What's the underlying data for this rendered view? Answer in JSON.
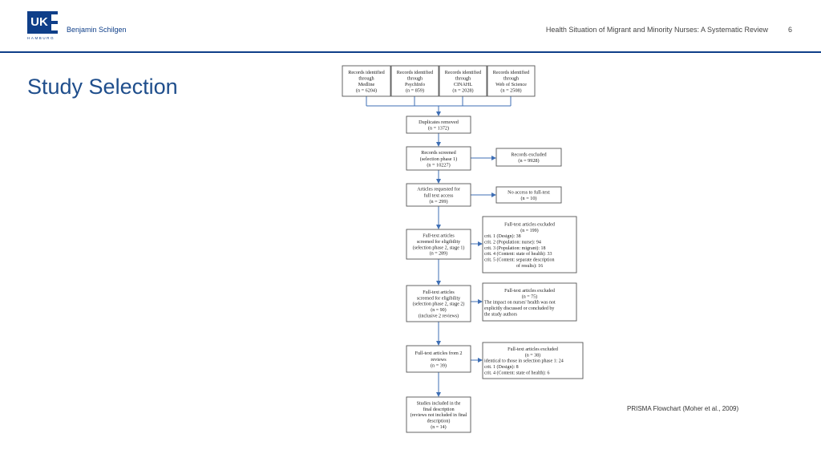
{
  "header": {
    "logo_text": "UK",
    "logo_subtext": "HAMBURG",
    "author": "Benjamin Schilgen",
    "title": "Health Situation of Migrant and Minority Nurses: A Systematic Review",
    "page_number": "6"
  },
  "slide": {
    "title": "Study Selection",
    "caption": "PRISMA Flowchart (Moher et al., 2009)"
  },
  "flowchart": {
    "sources": [
      {
        "id": "src-medline",
        "lines": [
          "Records identified",
          "through",
          "Medline",
          "(n = 6204)"
        ]
      },
      {
        "id": "src-psycinfo",
        "lines": [
          "Records identified",
          "through",
          "PsychInfo",
          "(n = 859)"
        ]
      },
      {
        "id": "src-cinahl",
        "lines": [
          "Records identified",
          "through",
          "CINAHL",
          "(n = 2028)"
        ]
      },
      {
        "id": "src-wos",
        "lines": [
          "Records identified",
          "through",
          "Web of Science",
          "(n = 2508)"
        ]
      }
    ],
    "main": [
      {
        "id": "duplicates",
        "lines": [
          "Duplicates removed",
          "(n = 1372)"
        ]
      },
      {
        "id": "screened",
        "lines": [
          "Records screened",
          "(selection phase 1)",
          "(n = 10227)"
        ]
      },
      {
        "id": "requested",
        "lines": [
          "Articles requested for",
          "full text access",
          "(n = 299)"
        ]
      },
      {
        "id": "eligibility1",
        "lines": [
          "Full-text articles",
          "screened for eligibility",
          "(selection phase 2, stage 1)",
          "(n = 289)"
        ]
      },
      {
        "id": "eligibility2",
        "lines": [
          "Full-text articles",
          "screened for eligibility",
          "(selection phase 2, stage 2)",
          "(n = 90)",
          "(inclusive 2 reviews)"
        ]
      },
      {
        "id": "reviews",
        "lines": [
          "Full-text articles from 2",
          "reviews",
          "(n = 39)"
        ]
      },
      {
        "id": "included",
        "lines": [
          "Studies included in the",
          "final description",
          "(reviews not included in final",
          "description)",
          "(n = 14)"
        ]
      }
    ],
    "side": [
      {
        "id": "excluded-records",
        "lines": [
          "Records excluded",
          "(n = 9928)"
        ]
      },
      {
        "id": "no-access",
        "lines": [
          "No access to full-text",
          "(n = 10)"
        ]
      },
      {
        "id": "excluded-199",
        "lines": [
          "Full-text articles excluded",
          "(n = 199)",
          "crit. 1 (Design): 38",
          "crit. 2 (Population: nurse): 94",
          "crit. 3 (Population: migrant): 18",
          "crit. 4 (Content: state of health): 33",
          "crit. 5 (Content: separate description",
          "of results): 16"
        ]
      },
      {
        "id": "excluded-75",
        "lines": [
          "Full-text articles excluded",
          "(n = 75)",
          "The impact on nurses' health was not",
          "explicitly discussed or concluded by",
          "the study authors"
        ]
      },
      {
        "id": "excluded-38",
        "lines": [
          "Full-text articles excluded",
          "(n = 38)",
          "identical to those in selection phase 1: 24",
          "crit. 1 (Design): 8",
          "crit. 4 (Content: state of health): 6"
        ]
      }
    ]
  }
}
